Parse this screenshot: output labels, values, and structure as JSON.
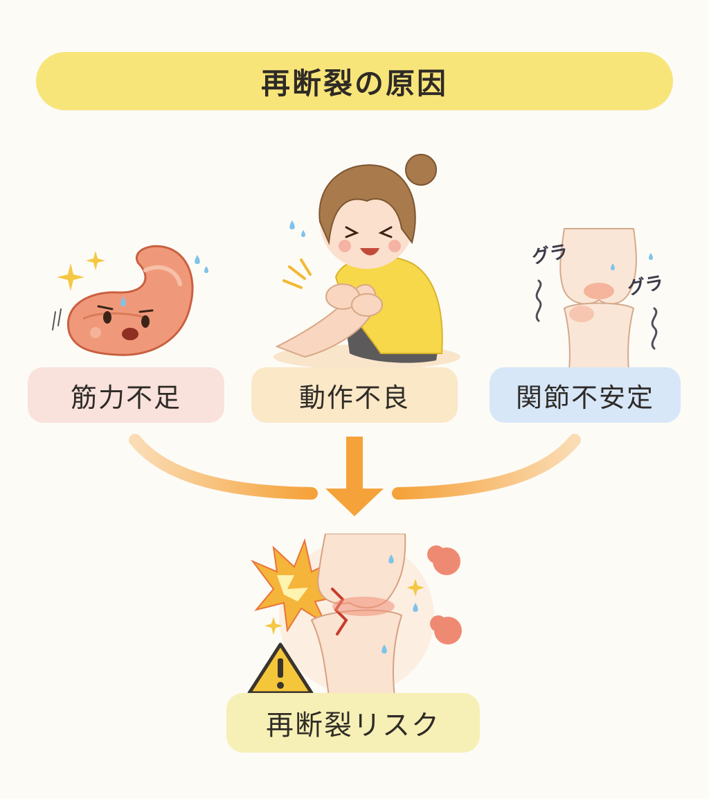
{
  "title": "再断裂の原因",
  "causes": [
    {
      "label": "筋力不足",
      "color": "#f9e2dc"
    },
    {
      "label": "動作不良",
      "color": "#fae8c7"
    },
    {
      "label": "関節不安定",
      "color": "#d7e7f8"
    }
  ],
  "result": {
    "label": "再断裂リスク",
    "color": "#f6f0b6"
  },
  "joint_sfx": [
    "グラ",
    "グラ"
  ],
  "colors": {
    "title_bar": "#f8e57a",
    "arrow": "#f5a23a",
    "warning": "#f4c63a"
  }
}
